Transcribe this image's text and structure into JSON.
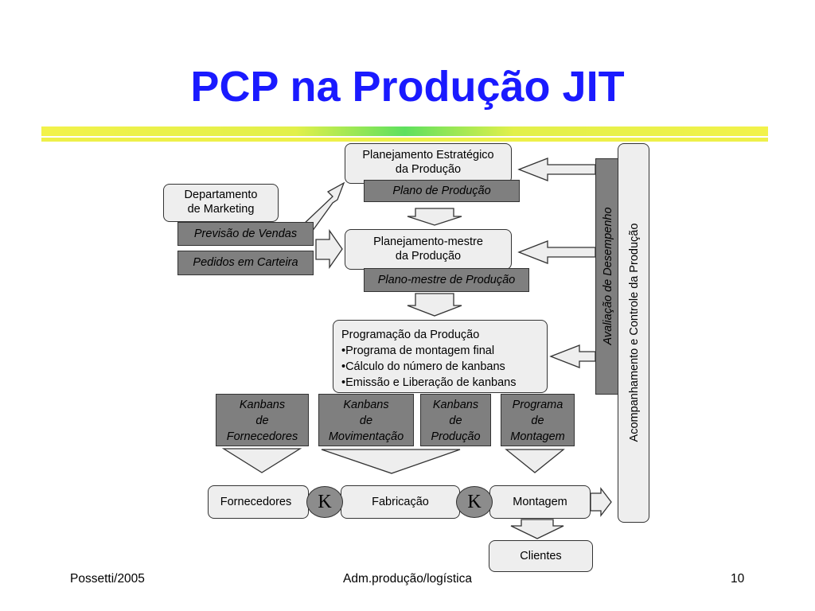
{
  "title": "PCP na Produção JIT",
  "boxes": {
    "planejamento_estrategico": [
      "Planejamento Estratégico",
      "da Produção"
    ],
    "plano_producao": "Plano de Produção",
    "departamento_marketing": [
      "Departamento",
      "de Marketing"
    ],
    "previsao_vendas": "Previsão de Vendas",
    "pedidos_carteira": "Pedidos em Carteira",
    "planejamento_mestre": [
      "Planejamento-mestre",
      "da Produção"
    ],
    "plano_mestre": "Plano-mestre de Produção",
    "programacao": [
      "Programação da Produção",
      "•Programa de montagem final",
      "•Cálculo do número de kanbans",
      "•Emissão e Liberação de kanbans"
    ],
    "kanbans_fornecedores": [
      "Kanbans",
      "de",
      "Fornecedores"
    ],
    "kanbans_movimentacao": [
      "Kanbans",
      "de",
      "Movimentação"
    ],
    "kanbans_producao": [
      "Kanbans",
      "de",
      "Produção"
    ],
    "programa_montagem": [
      "Programa",
      "de",
      "Montagem"
    ],
    "fornecedores": "Fornecedores",
    "fabricacao": "Fabricação",
    "montagem": "Montagem",
    "clientes": "Clientes",
    "k1": "K",
    "k2": "K",
    "avaliacao": "Avaliação de Desempenho",
    "acompanhamento": "Acompanhamento e Controle  da  Produção"
  },
  "footer": {
    "left": "Possetti/2005",
    "center": "Adm.produção/logística",
    "right": "10"
  },
  "colors": {
    "title": "#1a1aff",
    "light_box": "#eeeeee",
    "dark_box": "#7f7f7f",
    "arrow_fill": "#eeeeee"
  }
}
